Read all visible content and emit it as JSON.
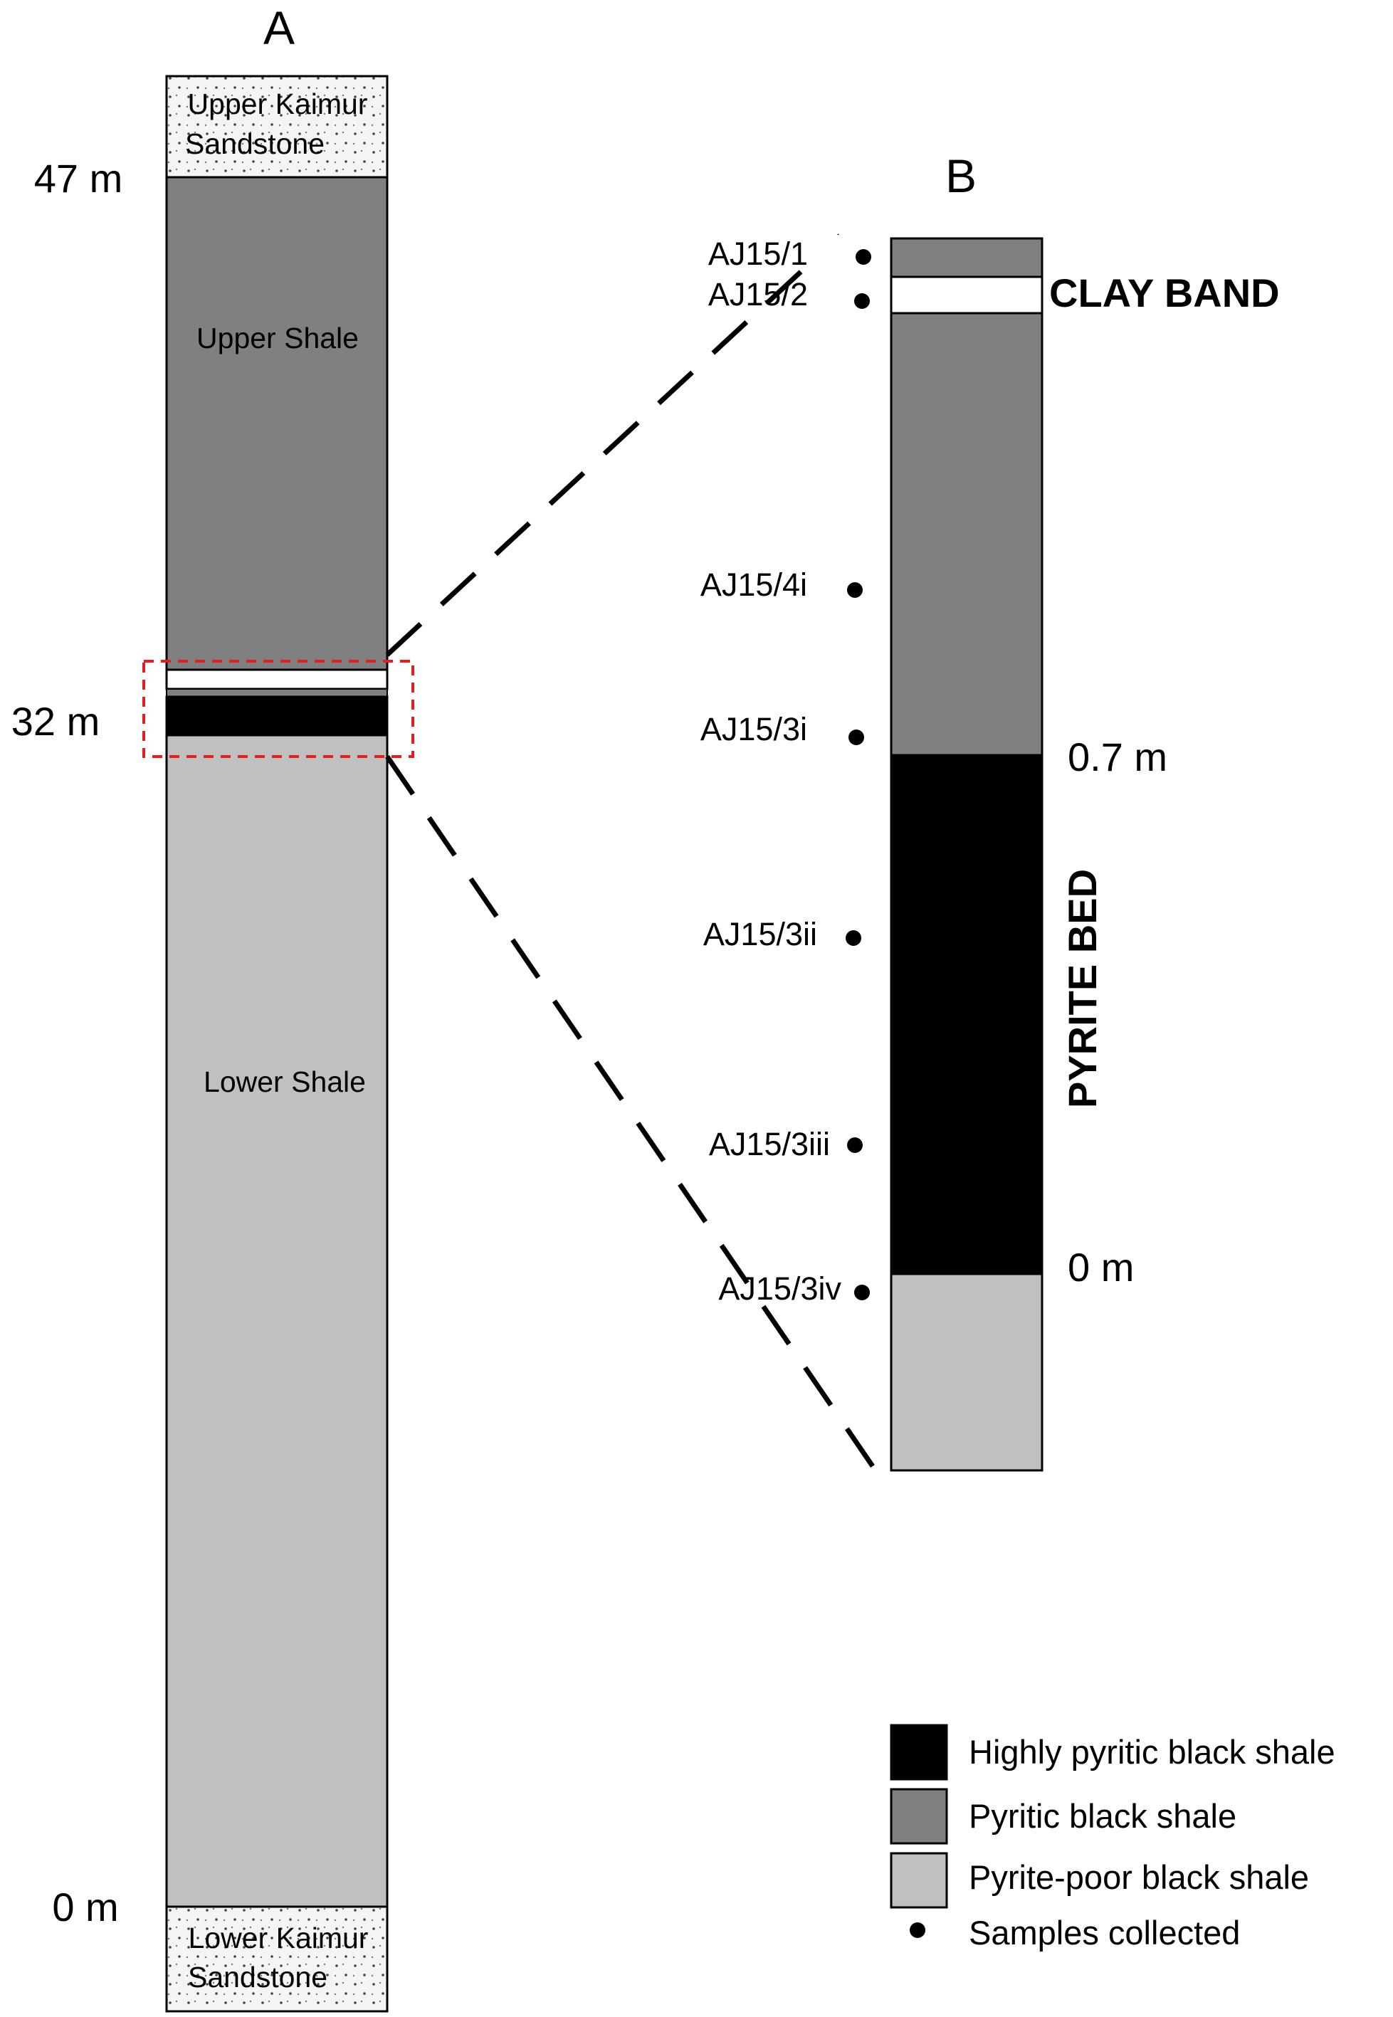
{
  "panel_a": {
    "label": "A",
    "upper_sandstone": [
      "Upper Kaimur",
      "Sandstone"
    ],
    "upper_shale": "Upper Shale",
    "lower_shale": "Lower Shale",
    "lower_sandstone": [
      "Lower Kaimur",
      "Sandstone"
    ],
    "depth_top": "47 m",
    "depth_mid": "32 m",
    "depth_bottom": "0 m"
  },
  "panel_b": {
    "label": "B",
    "clay_band": "CLAY BAND",
    "pyrite_bed": "PYRITE BED",
    "depth_top": "0.7 m",
    "depth_bottom": "0 m",
    "samples": [
      "AJ15/1",
      "AJ15/2",
      "AJ15/4i",
      "AJ15/3i",
      "AJ15/3ii",
      "AJ15/3iii",
      "AJ15/3iv"
    ]
  },
  "legend": {
    "items": [
      {
        "label": "Highly pyritic black shale",
        "color": "#000000"
      },
      {
        "label": "Pyritic black shale",
        "color": "#808080"
      },
      {
        "label": "Pyrite-poor black shale",
        "color": "#c0c0c0"
      }
    ],
    "samples_label": "Samples collected"
  },
  "colors": {
    "highly_pyritic": "#000000",
    "pyritic": "#808080",
    "pyrite_poor": "#c0c0c0",
    "clay": "#ffffff",
    "sandstone": "#f2f2f2",
    "zoom_box": "#e02020"
  }
}
